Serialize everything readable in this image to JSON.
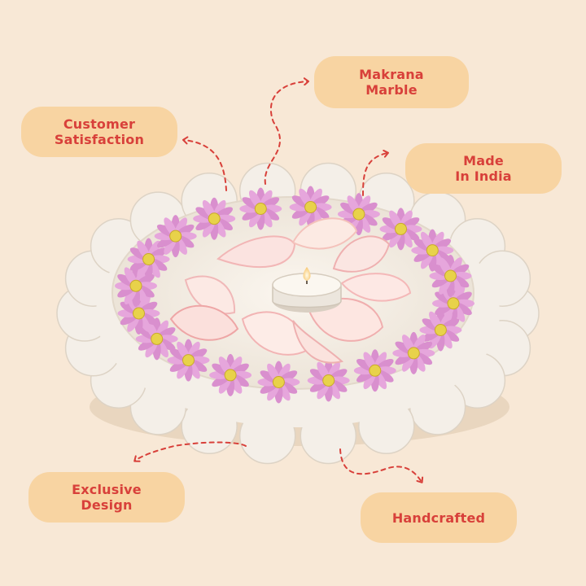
{
  "features": {
    "makrana_marble": "Makrana\nMarble",
    "customer_satisfaction": "Customer\nSatisfaction",
    "made_in_india": "Made\nIn India",
    "exclusive_design": "Exclusive\nDesign",
    "handcrafted": "Handcrafted"
  },
  "colors": {
    "background": "#f8e8d6",
    "pill": "#f8d4a2",
    "accent_text": "#d8403a",
    "marble": "#f4efe8",
    "flower": "#e6a6dc",
    "petal": "#fbe3e0"
  },
  "icons": [
    "dashed-arrow-icon"
  ]
}
